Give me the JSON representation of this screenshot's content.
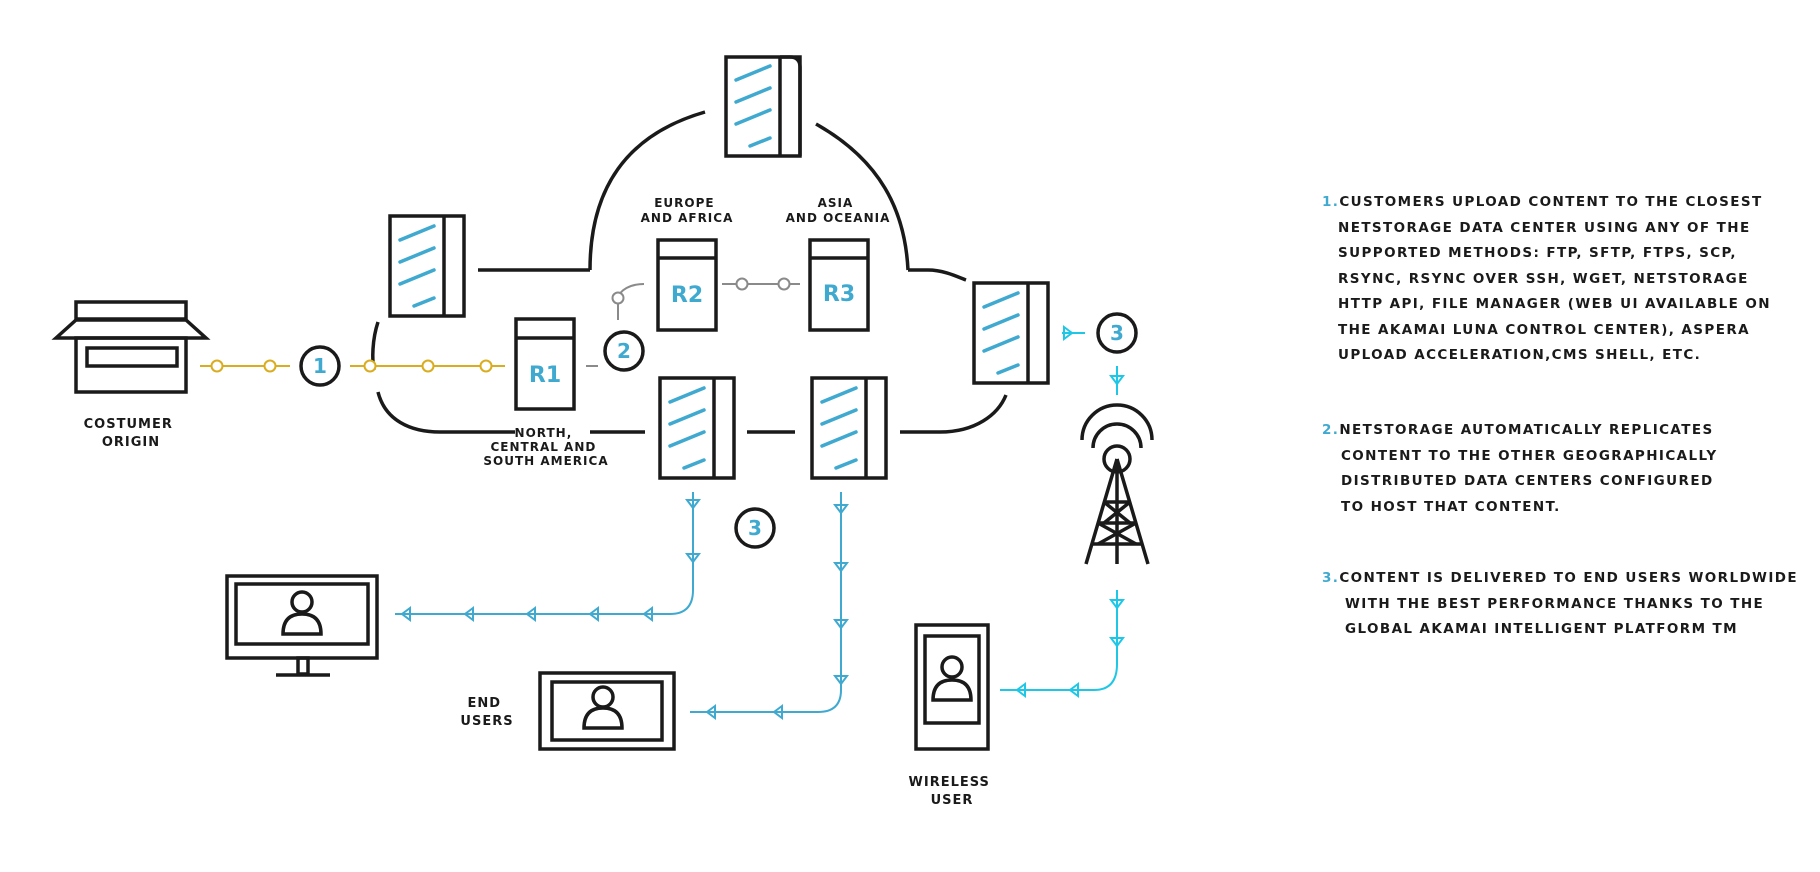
{
  "labels": {
    "customer_origin": [
      "COSTUMER",
      "ORIGIN"
    ],
    "europe": [
      "EUROPE",
      "AND AFRICA"
    ],
    "asia": [
      "ASIA",
      "AND OCEANIA"
    ],
    "america": [
      "NORTH,",
      "CENTRAL AND",
      "SOUTH AMERICA"
    ],
    "end_users": [
      "END",
      "USERS"
    ],
    "wireless_user": [
      "WIRELESS",
      "USER"
    ]
  },
  "regions": {
    "r1": "R1",
    "r2": "R2",
    "r3": "R3"
  },
  "markers": {
    "one": "1",
    "two": "2",
    "three_right": "3",
    "three_bottom": "3"
  },
  "steps": [
    {
      "num": "1.",
      "lines": [
        "CUSTOMERS UPLOAD CONTENT TO THE CLOSEST",
        "NETSTORAGE DATA CENTER USING ANY OF THE",
        "SUPPORTED METHODS: FTP, SFTP, FTPS, SCP,",
        "RSYNC, RSYNC OVER SSH, WGET, NETSTORAGE",
        "HTTP API, FILE MANAGER (WEB UI AVAILABLE ON",
        "THE AKAMAI LUNA CONTROL CENTER), ASPERA",
        "UPLOAD ACCELERATION,CMS SHELL, ETC."
      ]
    },
    {
      "num": "2.",
      "lines": [
        "NETSTORAGE AUTOMATICALLY REPLICATES",
        "CONTENT TO THE OTHER GEOGRAPHICALLY",
        "DISTRIBUTED DATA CENTERS CONFIGURED",
        "TO HOST THAT CONTENT."
      ]
    },
    {
      "num": "3.",
      "lines": [
        "CONTENT IS DELIVERED TO END USERS WORLDWIDE",
        "WITH  THE BEST PERFORMANCE THANKS TO THE",
        "GLOBAL AKAMAI INTELLIGENT PLATFORM TM"
      ]
    }
  ],
  "colors": {
    "ink": "#1a1a1a",
    "blue": "#3fa9d0",
    "cyan": "#1fc7e6",
    "gold": "#d9ad1f",
    "grey": "#8a8a8a"
  }
}
